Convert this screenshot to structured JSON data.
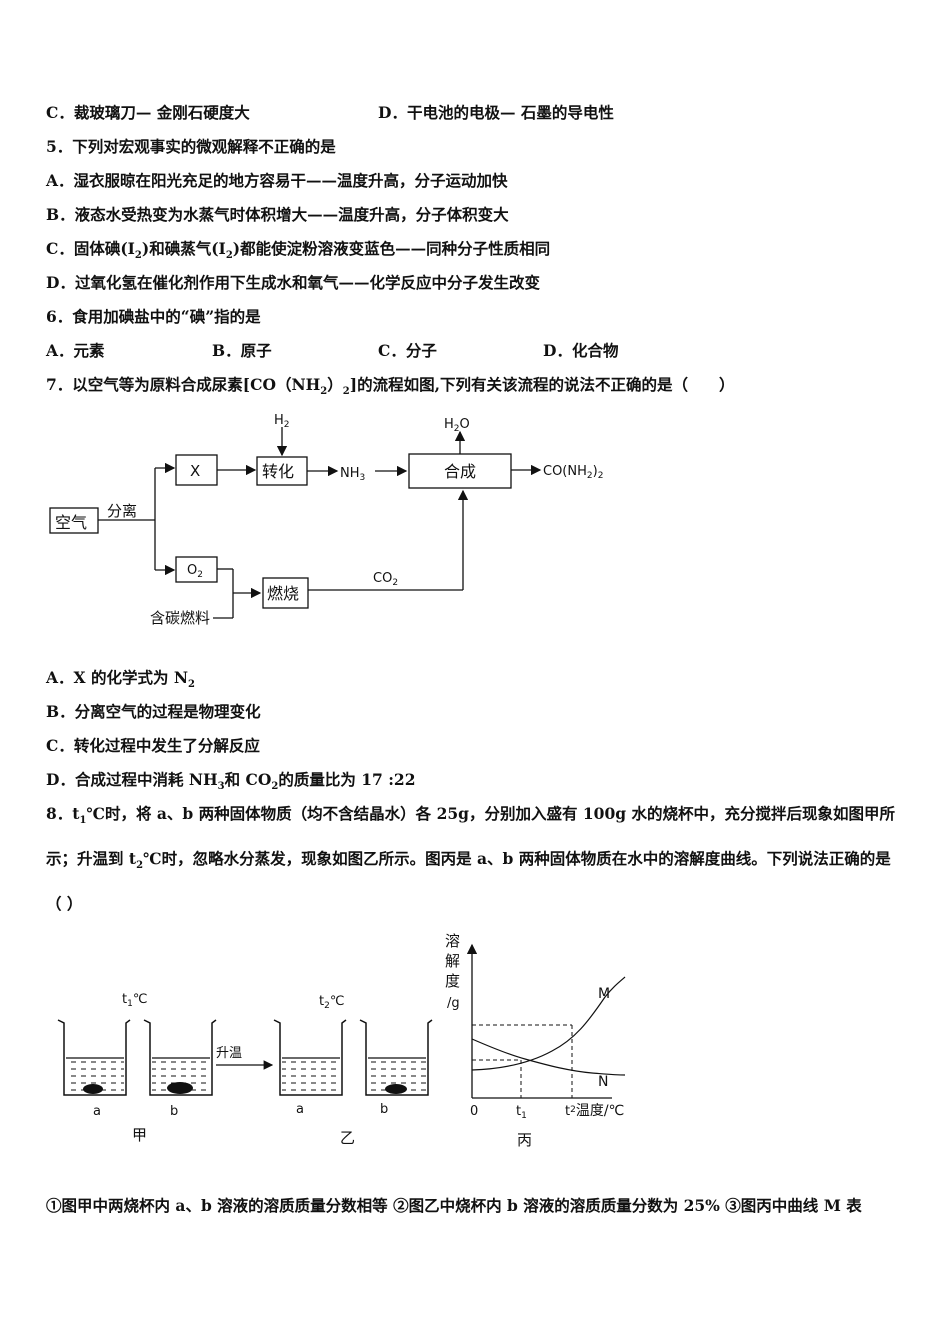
{
  "q4": {
    "optC": "C．裁玻璃刀— 金刚石硬度大",
    "optD": "D．干电池的电极— 石墨的导电性"
  },
  "q5": {
    "stem": "5．下列对宏观事实的微观解释不正确的是",
    "A": "A．湿衣服晾在阳光充足的地方容易干——温度升高，分子运动加快",
    "B": "B．液态水受热变为水蒸气时体积增大——温度升高，分子体积变大",
    "C_pre": "C．固体碘(I",
    "C_mid": ")和碘蒸气(I",
    "C_post": ")都能使淀粉溶液变蓝色——同种分子性质相同",
    "D": "D．过氧化氢在催化剂作用下生成水和氧气——化学反应中分子发生改变"
  },
  "q6": {
    "stem": "6．食用加碘盐中的“碘”指的是",
    "A": "A．元素",
    "B": "B．原子",
    "C": "C．分子",
    "D": "D．化合物"
  },
  "q7": {
    "stem_pre": "7．以空气等为原料合成尿素[CO（NH",
    "stem_post": "）",
    "stem_end": "]的流程如图,下列有关该流程的说法不正确的是（　　）",
    "flow": {
      "air": "空气",
      "separate": "分离",
      "x": "X",
      "h2": "H",
      "convert": "转化",
      "nh3": "NH",
      "h2o": "H",
      "h2o_o": "O",
      "synth": "合成",
      "product": "CO(NH",
      "product_end": ")",
      "o2": "O",
      "carbon_fuel": "含碳燃料",
      "burn": "燃烧",
      "co2": "CO"
    },
    "A_pre": "A．X 的化学式为 N",
    "B": "B．分离空气的过程是物理变化",
    "C": "C．转化过程中发生了分解反应",
    "D_pre": "D．合成过程中消耗 NH",
    "D_mid": "和 CO",
    "D_post": "的质量比为 17 :22"
  },
  "q8": {
    "stem_a": "8．t",
    "stem_b": "℃时，将 a、b 两种固体物质（均不含结晶水）各 25g，分别加入盛有 100g 水的烧杯中，充分搅拌后现象如图甲所示；升温到 t",
    "stem_c": "℃时，忽略水分蒸发，现象如图乙所示。图丙是 a、b 两种固体物质在水中的溶解度曲线。下列说法正确的是（ ）",
    "fig": {
      "t1c": "t",
      "t2c": "t",
      "deg": "℃",
      "heat": "升温",
      "a": "a",
      "b": "b",
      "jia": "甲",
      "yi": "乙",
      "bing": "丙",
      "ylabel1": "溶",
      "ylabel2": "解",
      "ylabel3": "度",
      "ylabel4": "/g",
      "M": "M",
      "N": "N",
      "zero": "0",
      "t1": "t",
      "t2": "t",
      "xlabel": "温度/℃",
      "sub1": "1",
      "sub2": "2"
    },
    "statements": "①图甲中两烧杯内 a、b 溶液的溶质质量分数相等 ②图乙中烧杯内 b 溶液的溶质质量分数为 25% ③图丙中曲线 M 表"
  },
  "sub2": "2"
}
